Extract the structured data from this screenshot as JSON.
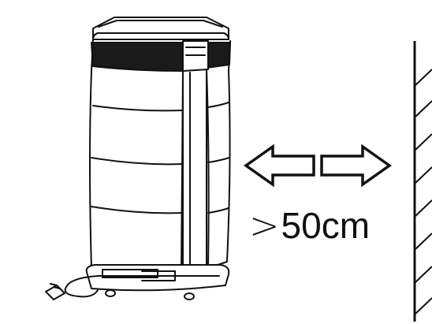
{
  "diagram": {
    "distance_label": {
      "comparator": ">",
      "value": "50",
      "unit": "cm"
    },
    "colors": {
      "line": "#111111",
      "dark_band": "#1a1a1a",
      "background": "#ffffff"
    },
    "icons": [
      "air-purifier-illustration",
      "double-arrow-icon",
      "wall-hatching"
    ]
  }
}
